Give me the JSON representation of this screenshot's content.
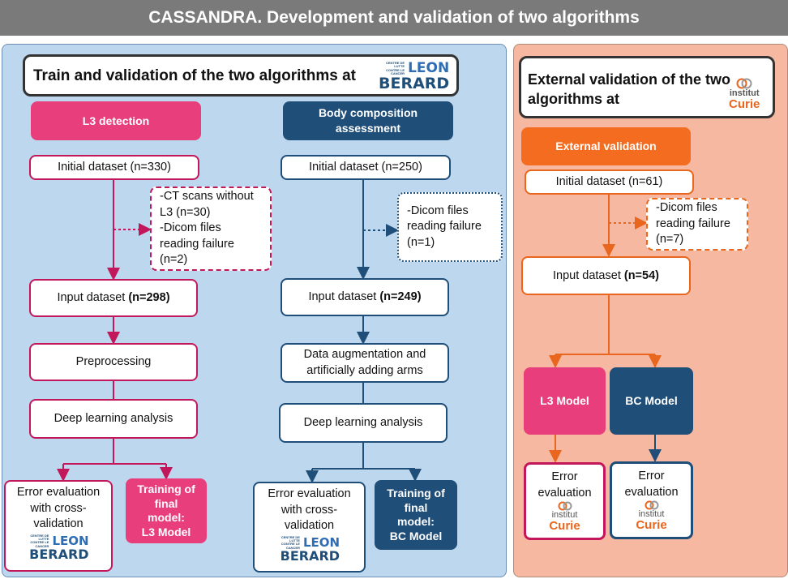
{
  "header": {
    "title": "CASSANDRA. Development and validation of two algorithms"
  },
  "train": {
    "title": "Train and validation of the two algorithms at",
    "logo": {
      "small_text": "CENTRE DE LUTTE CONTRE LE CANCER",
      "leon": "LEON",
      "berard": "BERARD"
    },
    "l3": {
      "category": "L3 detection",
      "initial": "Initial dataset (n=330)",
      "excl_lines": [
        "-CT scans without",
        "L3 (n=30)",
        "-Dicom files",
        "reading failure",
        "(n=2)"
      ],
      "input_prefix": "Input dataset ",
      "input_n": "(n=298)",
      "preprocess": "Preprocessing",
      "deep": "Deep learning analysis",
      "error_lines": [
        "Error evaluation",
        "with cross-",
        "validation"
      ],
      "training_lines": [
        "Training of",
        "final",
        "model:",
        "L3 Model"
      ]
    },
    "bc": {
      "category_lines": [
        "Body composition",
        "assessment"
      ],
      "initial": "Initial dataset (n=250)",
      "excl_lines": [
        "-Dicom files",
        "reading failure",
        "(n=1)"
      ],
      "input_prefix": "Input dataset ",
      "input_n": "(n=249)",
      "augment_lines": [
        "Data augmentation and",
        "artificially adding arms"
      ],
      "deep": "Deep learning analysis",
      "error_lines": [
        "Error evaluation",
        "with cross-",
        "validation"
      ],
      "training_lines": [
        "Training of",
        "final",
        "model:",
        "BC Model"
      ]
    }
  },
  "external": {
    "title_lines": [
      "External validation of the two",
      "algorithms at"
    ],
    "logo": {
      "institut": "institut",
      "curie": "Curie"
    },
    "category": "External validation",
    "initial": "Initial dataset (n=61)",
    "excl_lines": [
      "-Dicom files",
      "reading  failure",
      "(n=7)"
    ],
    "input_prefix": "Input dataset ",
    "input_n": "(n=54)",
    "l3_model": "L3 Model",
    "bc_model": "BC Model",
    "error_l3_lines": [
      "Error",
      "evaluation"
    ],
    "error_bc_lines": [
      "Error",
      "evaluation"
    ]
  },
  "colors": {
    "pink": "#e83e7b",
    "navy": "#1f4e79",
    "orange": "#f46c1f",
    "blue_panel": "#bdd7ee",
    "orange_panel": "#f6b8a0"
  }
}
